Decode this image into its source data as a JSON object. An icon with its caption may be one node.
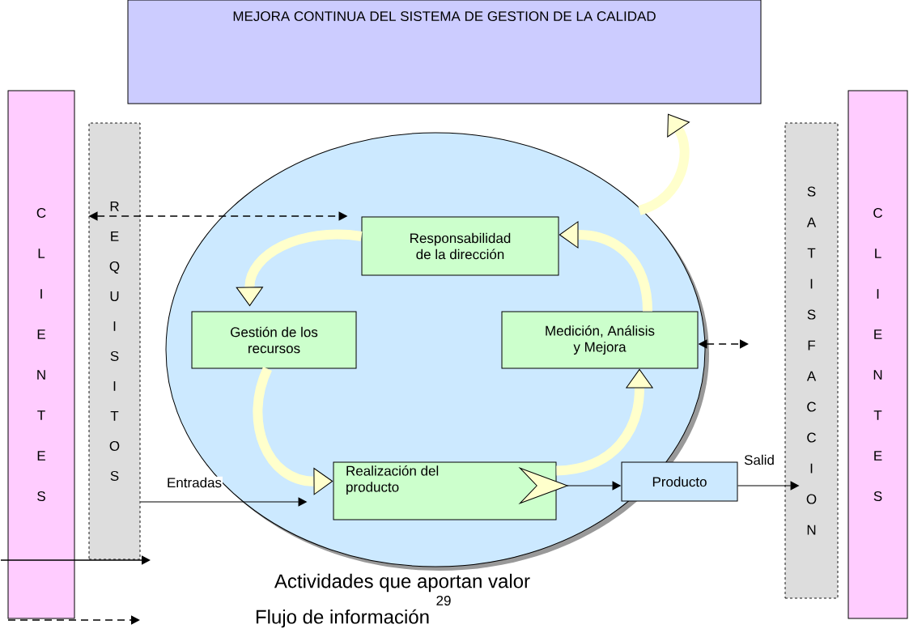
{
  "diagram": {
    "nodes": [
      {
        "text": [
          "MEJORA CONTINUA DEL SISTEMA DE GESTION DE LA CALIDAD"
        ]
      },
      {
        "text": [
          "C L I E N T E S"
        ]
      },
      {
        "text": [
          "R E Q U I S I T O S"
        ]
      },
      {
        "text": [],
        "shape": "ellipse"
      },
      {
        "text": [
          "Responsabilidad de la dirección"
        ],
        "in": 3
      },
      {
        "text": [
          "Gestión de los recursos"
        ],
        "in": 3
      },
      {
        "text": [
          "Medición, Análisis y Mejora"
        ],
        "in": 3
      },
      {
        "text": [
          "Realización del producto"
        ],
        "in": 3
      },
      {
        "text": [
          "Producto"
        ]
      },
      {
        "text": [
          "S A T I S F A C C I O N"
        ]
      },
      {
        "text": [
          "C L I E N T E S"
        ]
      }
    ],
    "edges": [
      {
        "from": 2,
        "to": 4,
        "arrow": "both",
        "style": "dashed"
      },
      {
        "from": 6,
        "to": null,
        "arrow": "both",
        "style": "dashed"
      },
      {
        "from": 2,
        "to": 7,
        "arrow": "to",
        "label": "Entradas"
      },
      {
        "from": 7,
        "to": 8,
        "arrow": "to"
      },
      {
        "from": 8,
        "to": 9,
        "arrow": "to",
        "label": "Salid"
      },
      {
        "from": 4,
        "to": 5,
        "arrow": "to",
        "style": "thick",
        "color": "#ffffcc"
      },
      {
        "from": 5,
        "to": 7,
        "arrow": "to",
        "style": "thick",
        "color": "#ffffcc"
      },
      {
        "from": 7,
        "to": 6,
        "arrow": "to",
        "style": "thick",
        "color": "#ffffcc"
      },
      {
        "from": 6,
        "to": 4,
        "arrow": "to",
        "style": "thick",
        "color": "#ffffcc"
      },
      {
        "from": 3,
        "to": 0,
        "arrow": "to",
        "style": "thick",
        "color": "#ffffcc"
      }
    ],
    "labels": [
      "29"
    ],
    "legend": [
      {
        "text": "Actividades que aportan valor"
      },
      {
        "text": "Flujo de información"
      }
    ]
  }
}
